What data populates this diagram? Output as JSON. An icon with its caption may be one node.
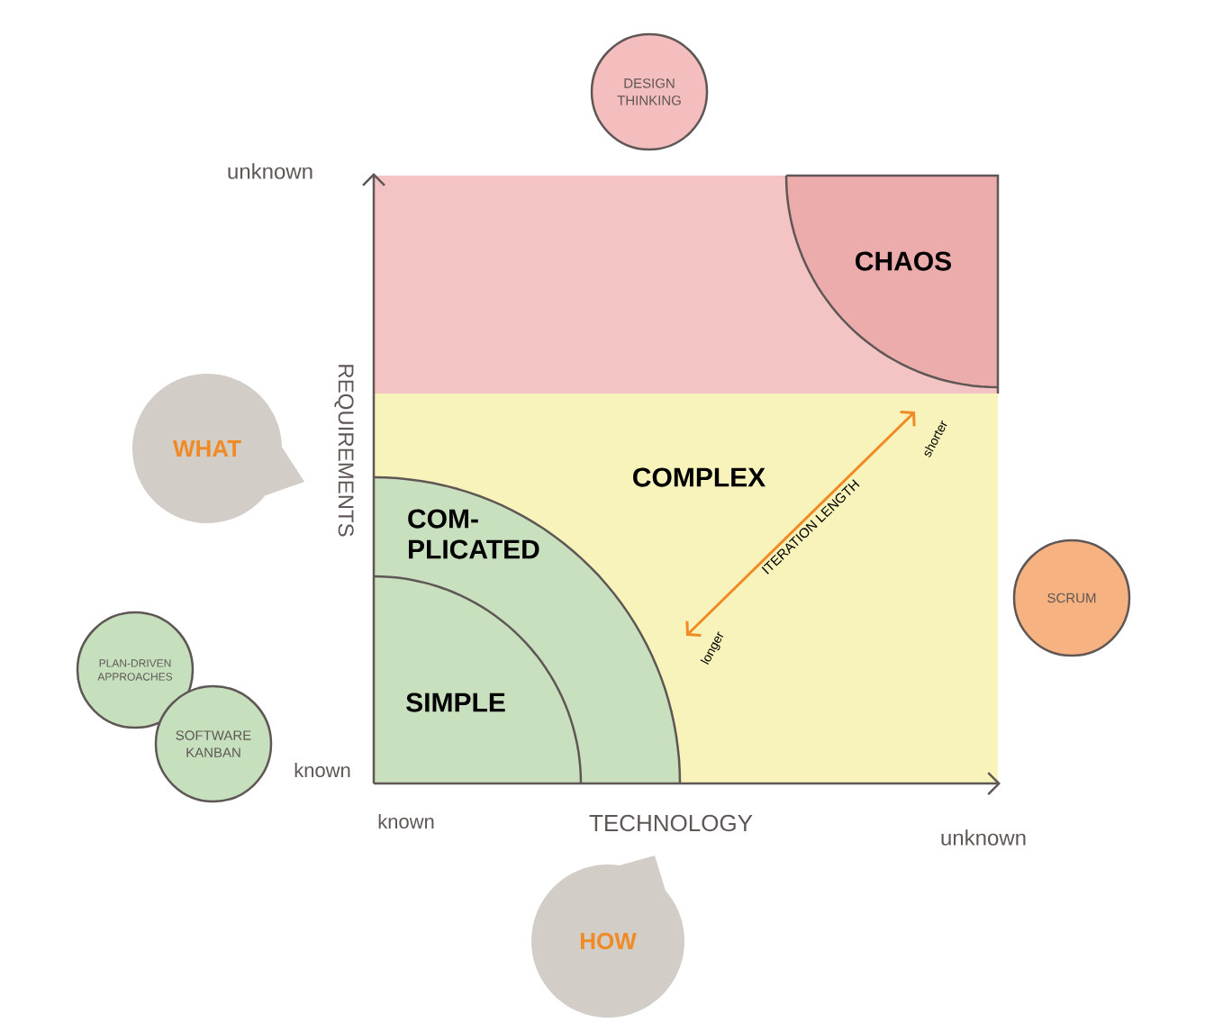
{
  "diagram": {
    "nodes": [
      {
        "text": [
          "CHAOS"
        ]
      },
      {
        "text": [
          "COMPLEX"
        ]
      },
      {
        "text": [
          "COM- PLICATED"
        ]
      },
      {
        "text": [
          "SIMPLE"
        ],
        "in": 2
      },
      {
        "text": [
          "DESIGN THINKING"
        ]
      },
      {
        "text": [
          "WHAT"
        ]
      },
      {
        "text": [
          "SCRUM"
        ]
      },
      {
        "text": [
          "PLAN-DRIVEN APPROACHES"
        ]
      },
      {
        "text": [
          "SOFTWARE KANBAN"
        ]
      },
      {
        "text": [
          "HOW"
        ]
      }
    ],
    "labels": [
      "unknown",
      "REQUIREMENTS",
      "known",
      "known",
      "TECHNOLOGY",
      "unknown",
      "ITERATION LENGTH",
      "shorter",
      "longer"
    ]
  }
}
